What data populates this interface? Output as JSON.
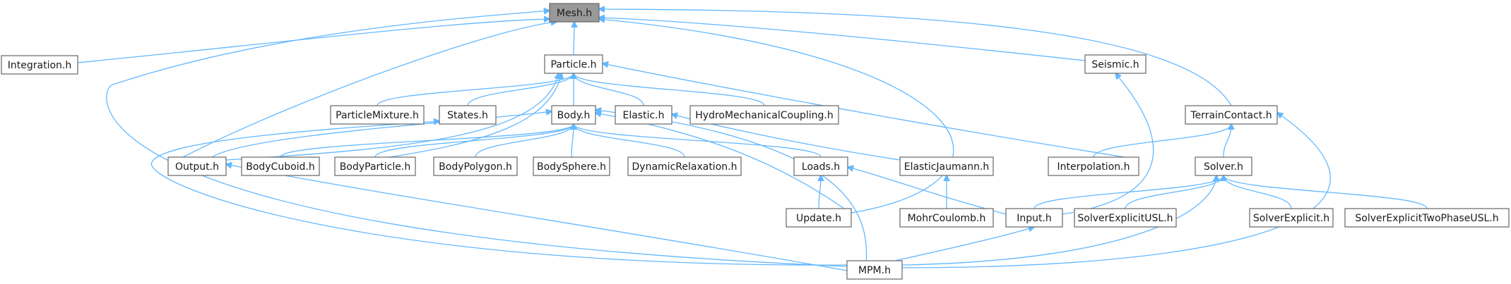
{
  "graph": {
    "nodes": [
      {
        "id": "mesh",
        "label": "Mesh.h",
        "highlight": true
      },
      {
        "id": "integration",
        "label": "Integration.h"
      },
      {
        "id": "particle",
        "label": "Particle.h"
      },
      {
        "id": "seismic",
        "label": "Seismic.h"
      },
      {
        "id": "terraincontact",
        "label": "TerrainContact.h"
      },
      {
        "id": "particlemixture",
        "label": "ParticleMixture.h"
      },
      {
        "id": "states",
        "label": "States.h"
      },
      {
        "id": "body",
        "label": "Body.h"
      },
      {
        "id": "elastic",
        "label": "Elastic.h"
      },
      {
        "id": "hydromech",
        "label": "HydroMechanicalCoupling.h"
      },
      {
        "id": "output",
        "label": "Output.h"
      },
      {
        "id": "bodycuboid",
        "label": "BodyCuboid.h"
      },
      {
        "id": "bodyparticle",
        "label": "BodyParticle.h"
      },
      {
        "id": "bodypolygon",
        "label": "BodyPolygon.h"
      },
      {
        "id": "bodysphere",
        "label": "BodySphere.h"
      },
      {
        "id": "dynrelax",
        "label": "DynamicRelaxation.h"
      },
      {
        "id": "loads",
        "label": "Loads.h"
      },
      {
        "id": "elasticjaumann",
        "label": "ElasticJaumann.h"
      },
      {
        "id": "interpolation",
        "label": "Interpolation.h"
      },
      {
        "id": "solver",
        "label": "Solver.h"
      },
      {
        "id": "update",
        "label": "Update.h"
      },
      {
        "id": "mohrcoulomb",
        "label": "MohrCoulomb.h"
      },
      {
        "id": "input",
        "label": "Input.h"
      },
      {
        "id": "solverusl",
        "label": "SolverExplicitUSL.h"
      },
      {
        "id": "solverexplicit",
        "label": "SolverExplicit.h"
      },
      {
        "id": "solver2phase",
        "label": "SolverExplicitTwoPhaseUSL.h"
      },
      {
        "id": "mpm",
        "label": "MPM.h"
      }
    ],
    "edges": [
      [
        "integration",
        "mesh"
      ],
      [
        "particle",
        "mesh"
      ],
      [
        "seismic",
        "mesh"
      ],
      [
        "terraincontact",
        "mesh"
      ],
      [
        "output",
        "mesh"
      ],
      [
        "update",
        "mesh"
      ],
      [
        "mpm",
        "mesh"
      ],
      [
        "particlemixture",
        "particle"
      ],
      [
        "states",
        "particle"
      ],
      [
        "body",
        "particle"
      ],
      [
        "elastic",
        "particle"
      ],
      [
        "hydromech",
        "particle"
      ],
      [
        "interpolation",
        "particle"
      ],
      [
        "output",
        "particle"
      ],
      [
        "bodyparticle",
        "particle"
      ],
      [
        "output",
        "body"
      ],
      [
        "bodycuboid",
        "body"
      ],
      [
        "bodyparticle",
        "body"
      ],
      [
        "bodypolygon",
        "body"
      ],
      [
        "bodysphere",
        "body"
      ],
      [
        "dynrelax",
        "body"
      ],
      [
        "loads",
        "body"
      ],
      [
        "update",
        "body"
      ],
      [
        "mpm",
        "body"
      ],
      [
        "elasticjaumann",
        "elastic"
      ],
      [
        "mpm",
        "states"
      ],
      [
        "mpm",
        "output"
      ],
      [
        "update",
        "loads"
      ],
      [
        "input",
        "loads"
      ],
      [
        "mohrcoulomb",
        "elasticjaumann"
      ],
      [
        "input",
        "seismic"
      ],
      [
        "interpolation",
        "terraincontact"
      ],
      [
        "solver",
        "terraincontact"
      ],
      [
        "mpm",
        "terraincontact"
      ],
      [
        "input",
        "solver"
      ],
      [
        "solverusl",
        "solver"
      ],
      [
        "solverexplicit",
        "solver"
      ],
      [
        "solver2phase",
        "solver"
      ],
      [
        "mpm",
        "solver"
      ],
      [
        "mpm",
        "input"
      ]
    ]
  }
}
